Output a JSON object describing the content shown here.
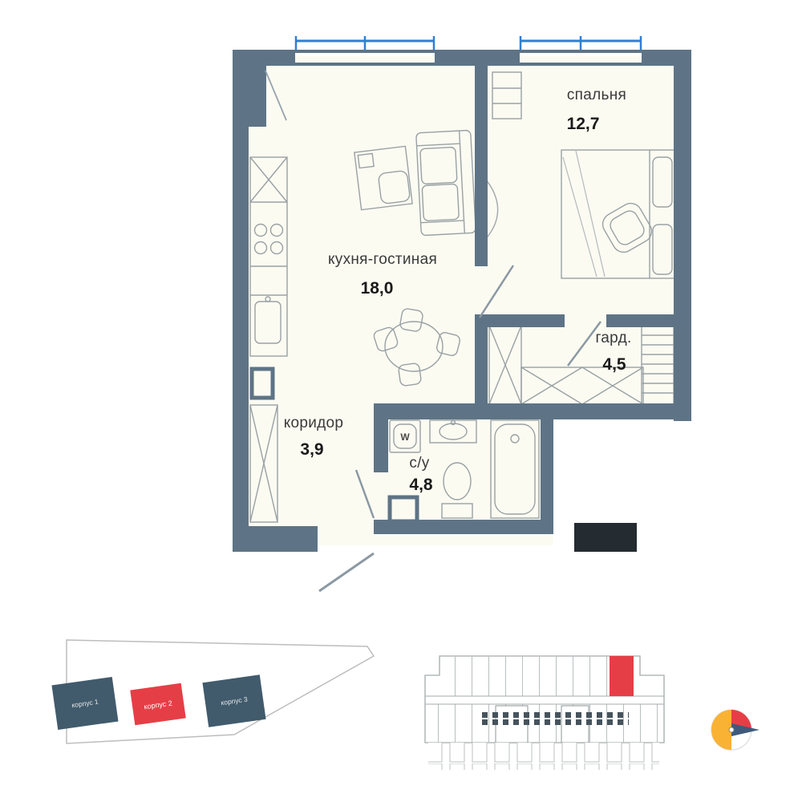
{
  "floorplan": {
    "rooms": [
      {
        "name": "спальня",
        "area": "12,7"
      },
      {
        "name": "кухня-гостиная",
        "area": "18,0"
      },
      {
        "name": "гард.",
        "area": "4,5"
      },
      {
        "name": "коридор",
        "area": "3,9"
      },
      {
        "name": "с/у",
        "area": "4,8"
      }
    ],
    "appliances": {
      "washer_label": "W"
    }
  },
  "site_plan": {
    "buildings": [
      {
        "label": "корпус 1",
        "highlighted": false
      },
      {
        "label": "корпус 2",
        "highlighted": true
      },
      {
        "label": "корпус 3",
        "highlighted": false
      }
    ]
  },
  "colors": {
    "wall": "#5e7486",
    "room_fill": "#fbfbf2",
    "window_blue": "#2e7fd6",
    "accent_red": "#e63e46",
    "building_dark": "#415b6c"
  }
}
